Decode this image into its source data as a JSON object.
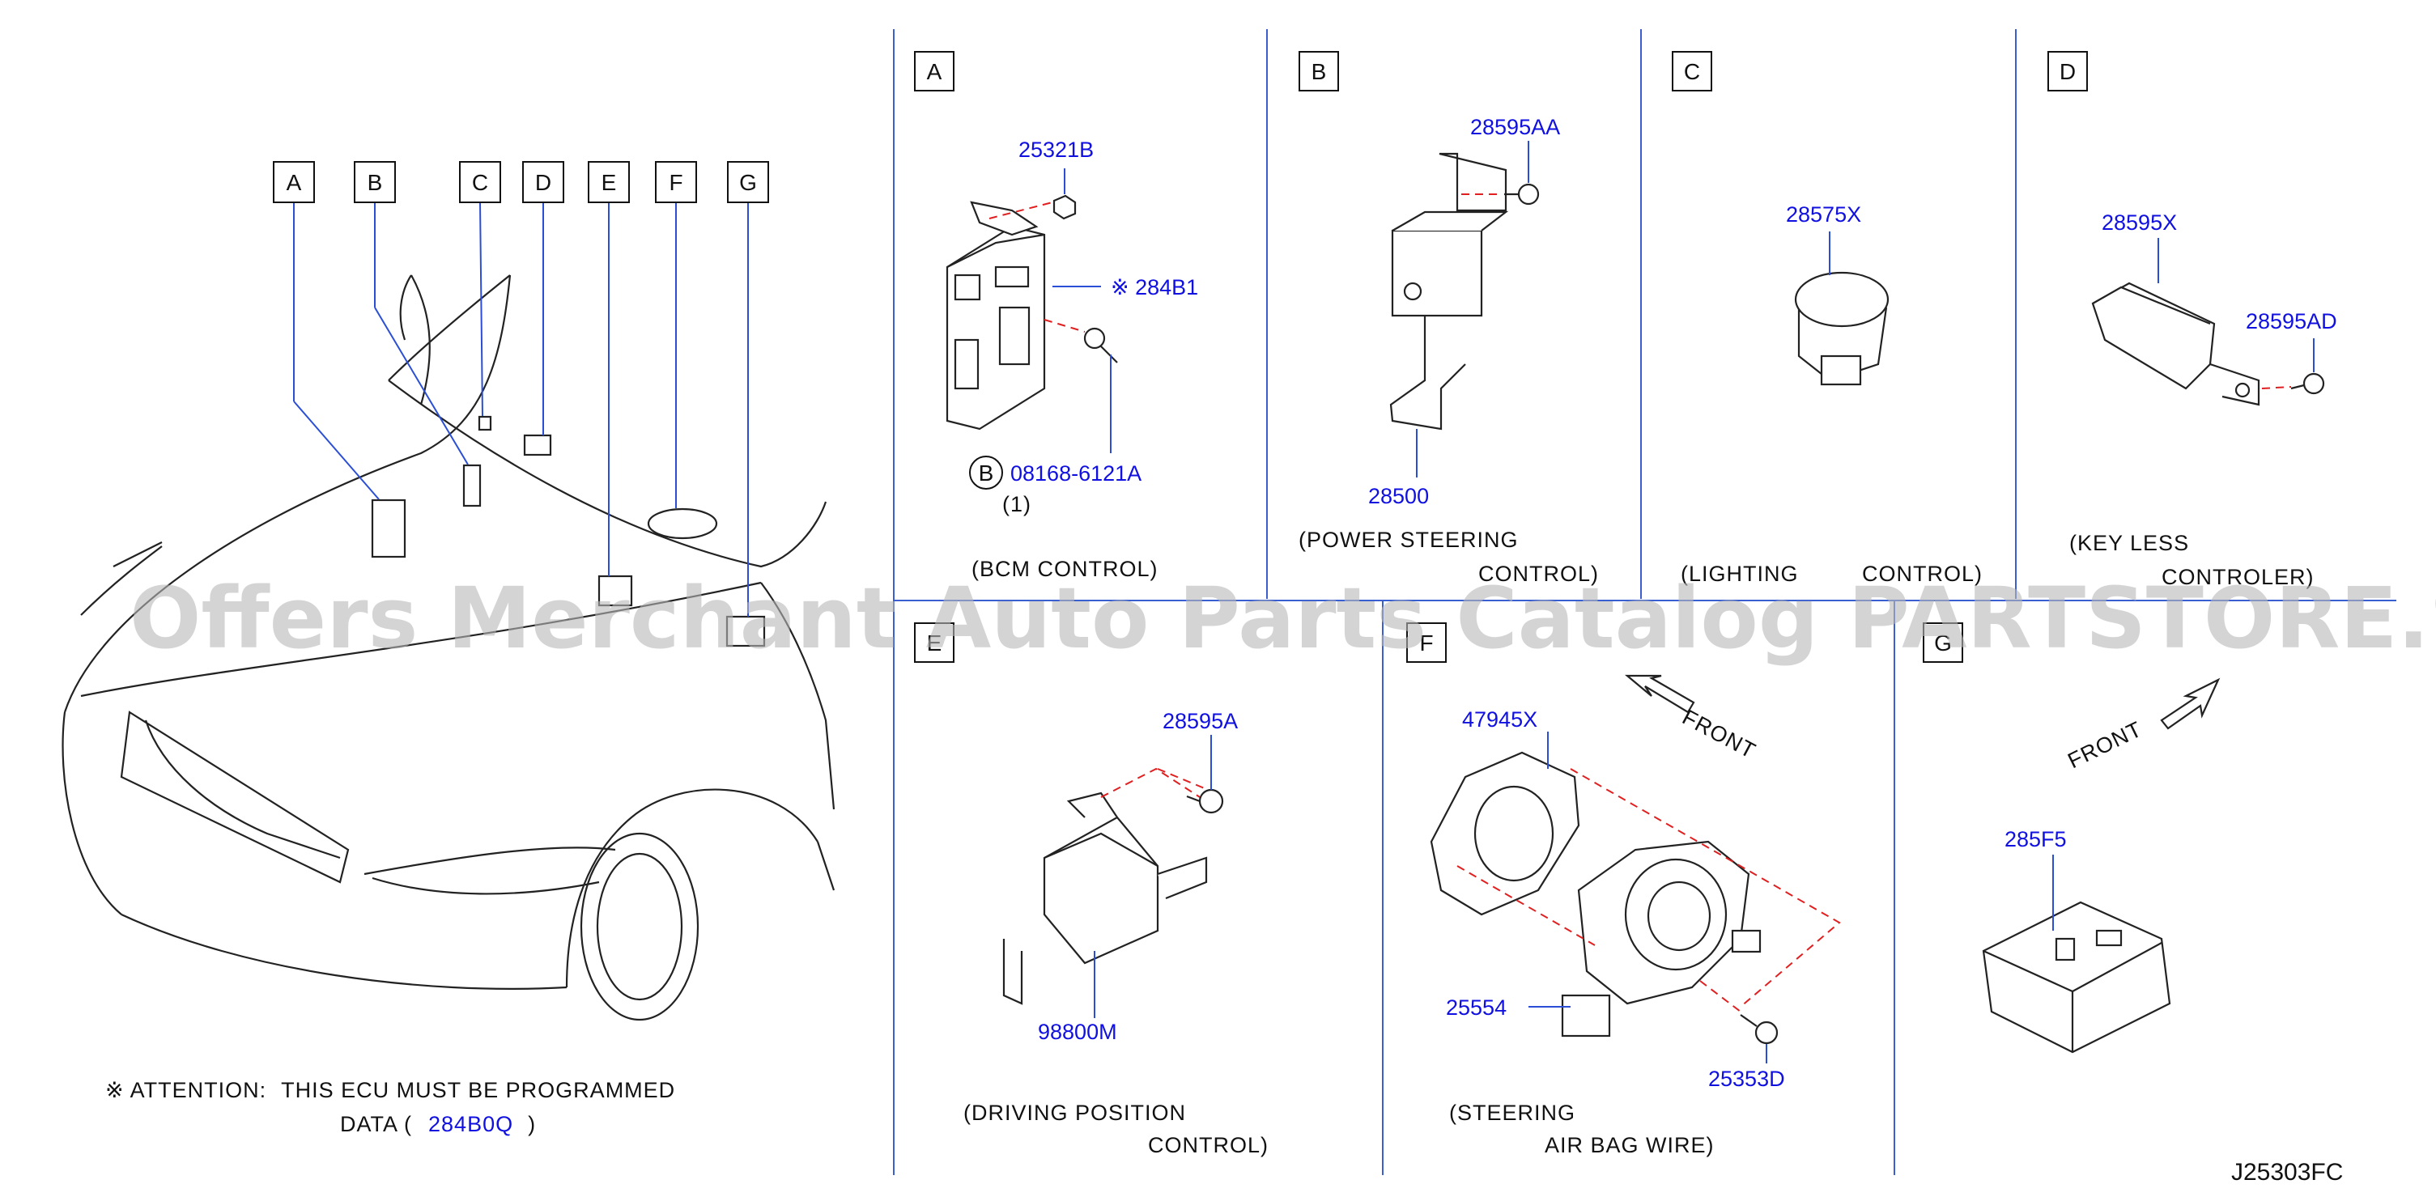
{
  "overview": {
    "letters": [
      "A",
      "B",
      "C",
      "D",
      "E",
      "F",
      "G"
    ],
    "attention_prefix": "※ ATTENTION:",
    "attention_rest": "THIS  ECU  MUST  BE  PROGRAMMED",
    "attention_data": "DATA  (",
    "attention_part": "284B0Q",
    "attention_close": ")"
  },
  "panels": {
    "A": {
      "letter": "A",
      "caption": "(BCM   CONTROL)",
      "parts": [
        "25321B",
        "※ 284B1",
        "08168-6121A"
      ],
      "qty": "(1)",
      "circle_letter": "B"
    },
    "B": {
      "letter": "B",
      "caption_1": "(POWER   STEERING",
      "caption_2": "CONTROL)",
      "parts": [
        "28595AA",
        "28500"
      ]
    },
    "C": {
      "letter": "C",
      "caption_1": "(LIGHTING",
      "caption_2": "CONTROL)",
      "parts": [
        "28575X"
      ]
    },
    "D": {
      "letter": "D",
      "caption_1": "(KEY   LESS",
      "caption_2": "CONTROLER)",
      "parts": [
        "28595X",
        "28595AD"
      ]
    },
    "E": {
      "letter": "E",
      "caption_1": "(DRIVING   POSITION",
      "caption_2": "CONTROL)",
      "parts": [
        "28595A",
        "98800M"
      ]
    },
    "F": {
      "letter": "F",
      "caption_1": "(STEERING",
      "caption_2": "AIR   BAG   WIRE)",
      "parts": [
        "47945X",
        "25554",
        "25353D"
      ],
      "front": "FRONT"
    },
    "G": {
      "letter": "G",
      "parts": [
        "285F5"
      ],
      "front": "FRONT"
    }
  },
  "diagram_code": "J25303FC",
  "watermark": "Offers Merchant Auto Parts Catalog PARTSTORE.SA",
  "colors": {
    "part_label": "#1010e0",
    "leader": "#2a4fd6",
    "dashed": "#e02020",
    "ink": "#222222"
  }
}
